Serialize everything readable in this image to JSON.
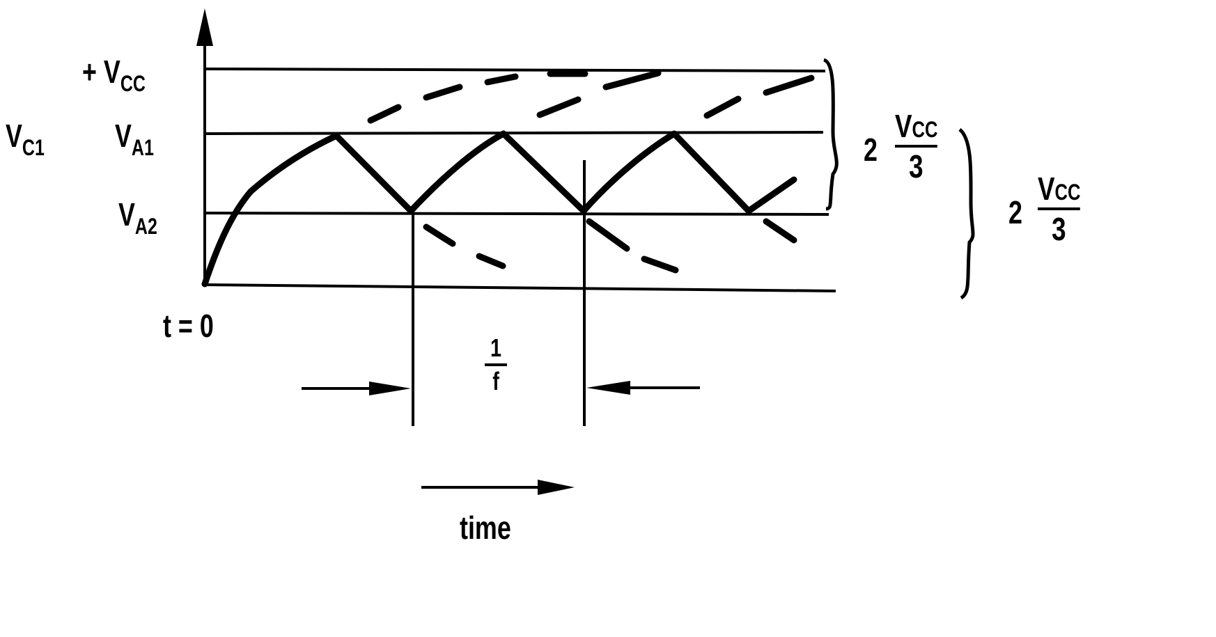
{
  "diagram": {
    "y_axis_label": {
      "main": "V",
      "sub": "C1"
    },
    "levels": [
      {
        "prefix": "+ ",
        "main": "V",
        "sub": "CC"
      },
      {
        "prefix": "",
        "main": "V",
        "sub": "A1"
      },
      {
        "prefix": "",
        "main": "V",
        "sub": "A2"
      }
    ],
    "t0_label": "t = 0",
    "period_label": {
      "num": "1",
      "den": "f"
    },
    "time_label": "time",
    "bracket_labels": [
      {
        "coef": "2",
        "num_main": "V",
        "num_sub": "CC",
        "den": "3"
      },
      {
        "coef": "2",
        "num_main": "V",
        "num_sub": "CC",
        "den": "3"
      }
    ],
    "colors": {
      "stroke": "#000000",
      "background": "#ffffff"
    }
  }
}
